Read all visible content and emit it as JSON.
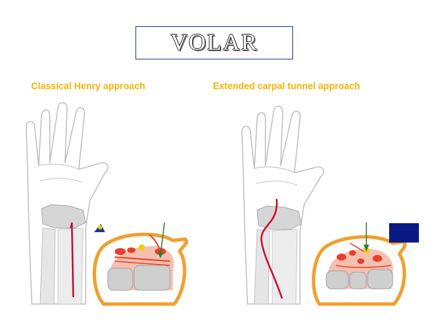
{
  "header": {
    "title": "VOLAR"
  },
  "left_panel": {
    "label": "Classical Henry approach"
  },
  "right_panel": {
    "label": "Extended carpal tunnel approach"
  },
  "colors": {
    "label": "#f4b400",
    "title_border": "#1f3a8f",
    "incision": "#c8102e",
    "skin_outline": "#f0a030",
    "tissue_pink": "#f5c0b0",
    "vessel_red": "#e8402a",
    "nerve_yellow": "#f2d000",
    "arrow_green": "#2e7d32",
    "marker_blue": "#1f3a8f",
    "legend_box": "#0a1a84"
  }
}
